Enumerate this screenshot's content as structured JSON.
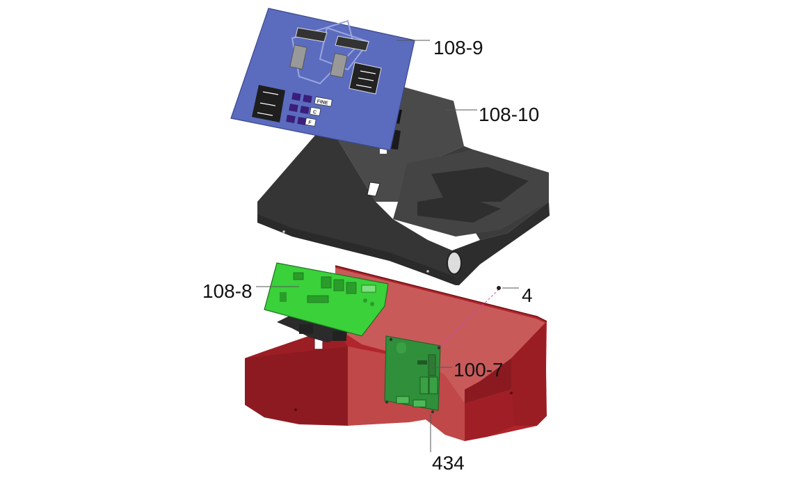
{
  "colors": {
    "overlay": "#5b6cbf",
    "console": "#3a3a3a",
    "housing": "#a8202a",
    "pcb": "#2fc42f",
    "pcb_lower": "#2f8f3a"
  },
  "parts": {
    "overlay": {
      "label": "108-9",
      "keys": [
        "FINE",
        "C",
        "F"
      ]
    },
    "console": {
      "label": "108-10"
    },
    "display_board": {
      "label": "108-8"
    },
    "screw": {
      "label": "4"
    },
    "power_board": {
      "label": "100-7"
    },
    "standoff": {
      "label": "434"
    }
  }
}
